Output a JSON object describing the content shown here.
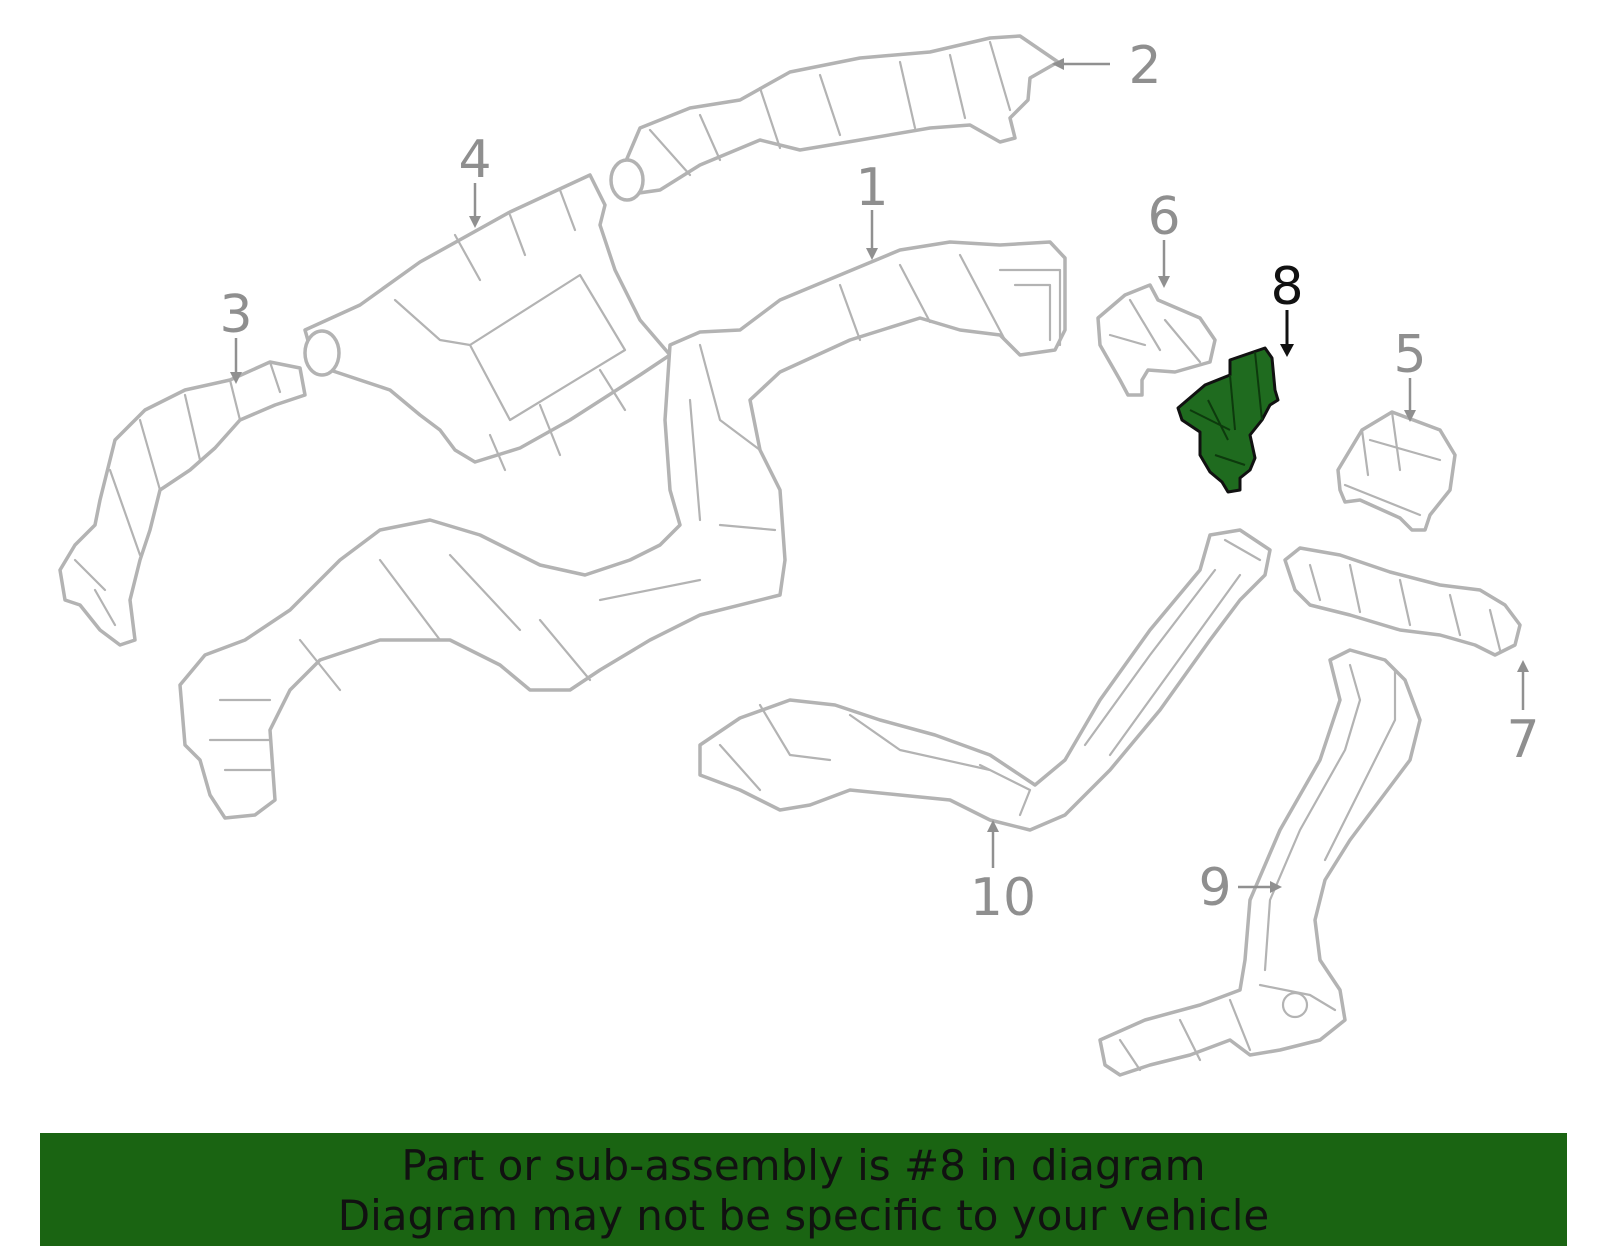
{
  "callouts": {
    "c1": "1",
    "c2": "2",
    "c3": "3",
    "c4": "4",
    "c5": "5",
    "c6": "6",
    "c7": "7",
    "c8": "8",
    "c9": "9",
    "c10": "10"
  },
  "highlighted_part": "8",
  "banner": {
    "line1": "Part or sub-assembly is #8 in diagram",
    "line2": "Diagram may not be specific to your vehicle"
  },
  "colors": {
    "highlight": "#1f6b1f",
    "banner": "#1a6412",
    "outline": "#b3b3b3"
  }
}
